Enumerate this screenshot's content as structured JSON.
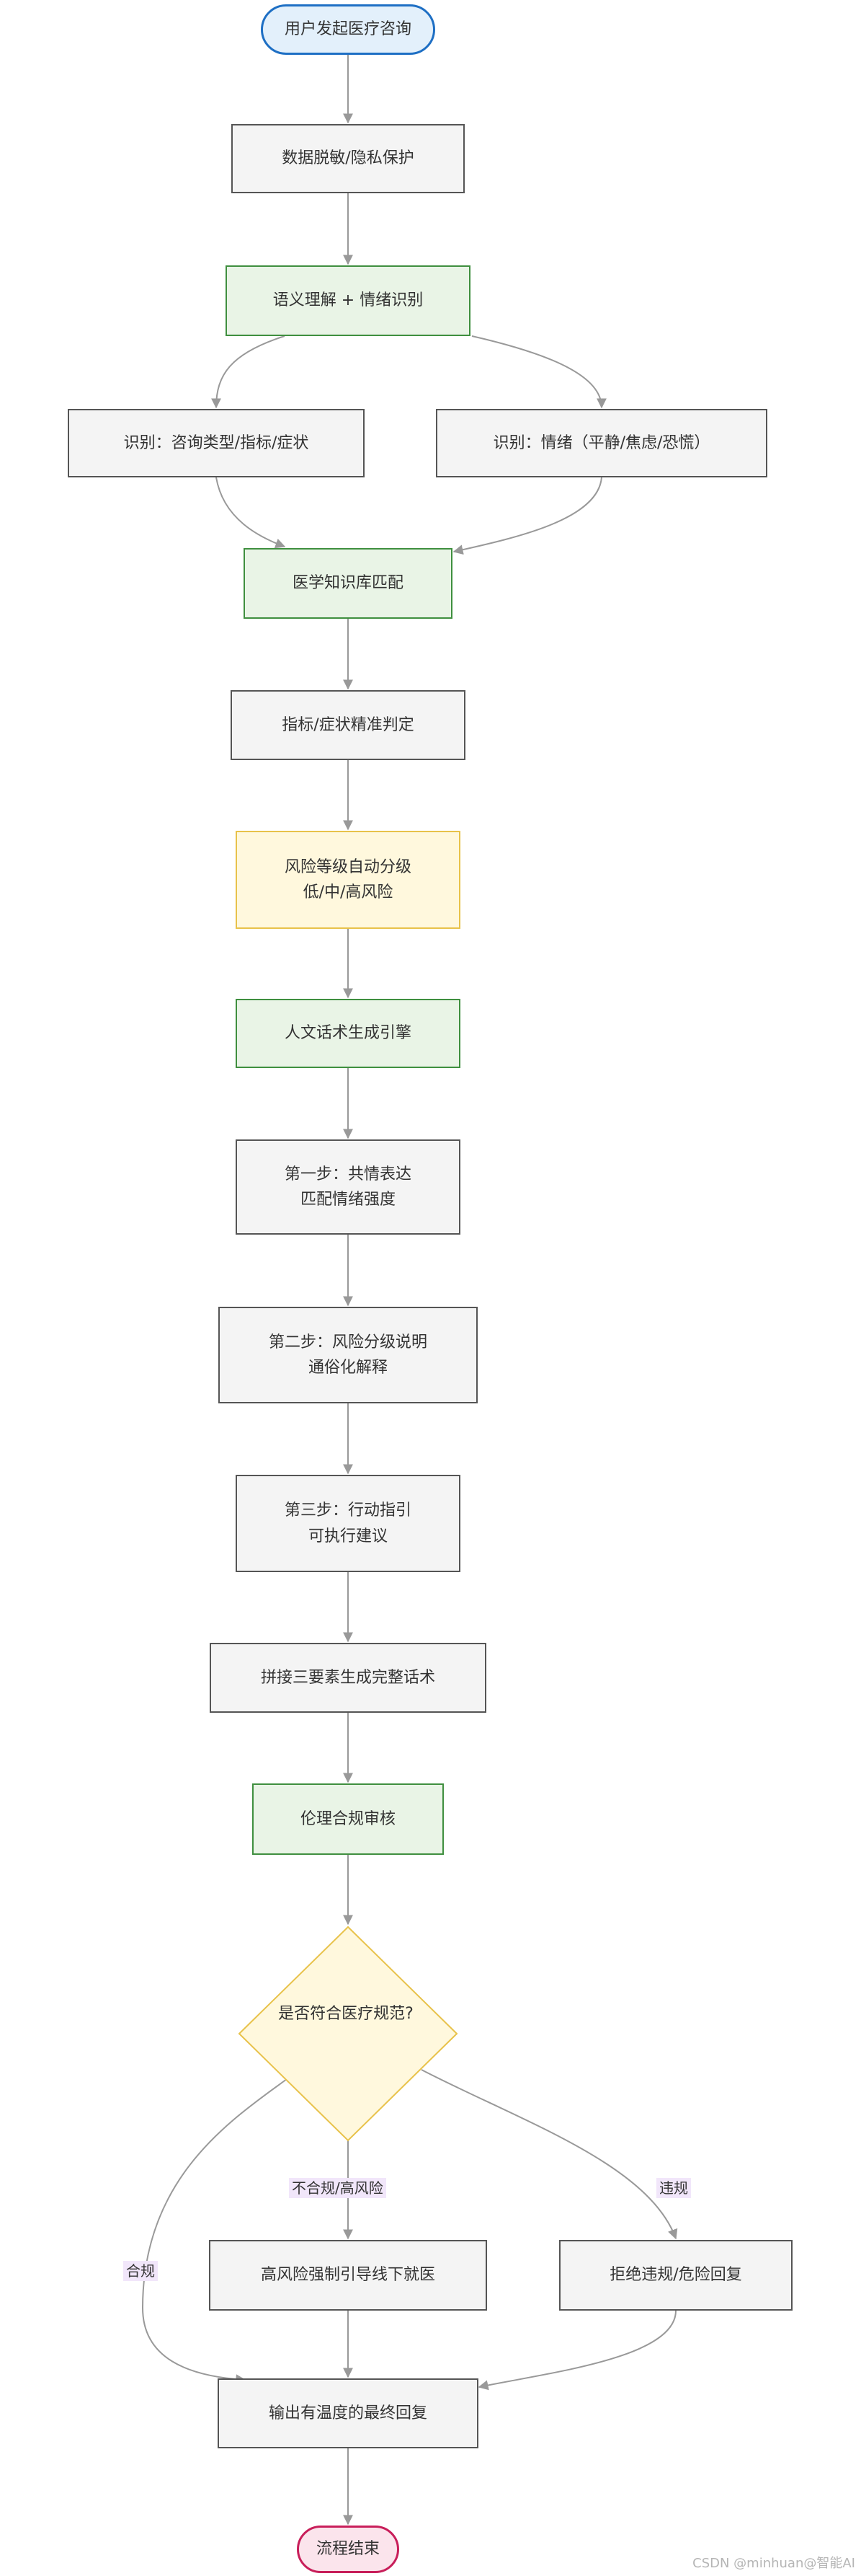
{
  "nodes": {
    "start": "用户发起医疗咨询",
    "deidentify": "数据脱敏/隐私保护",
    "nlu": "语义理解 + 情绪识别",
    "identify_type": "识别：咨询类型/指标/症状",
    "identify_emotion": "识别：情绪（平静/焦虑/恐慌）",
    "kb_match": "医学知识库匹配",
    "precise_judge": "指标/症状精准判定",
    "risk_grade_line1": "风险等级自动分级",
    "risk_grade_line2": "低/中/高风险",
    "humanistic_engine": "人文话术生成引擎",
    "step1_line1": "第一步：共情表达",
    "step1_line2": "匹配情绪强度",
    "step2_line1": "第二步：风险分级说明",
    "step2_line2": "通俗化解释",
    "step3_line1": "第三步：行动指引",
    "step3_line2": "可执行建议",
    "assemble": "拼接三要素生成完整话术",
    "ethics_review": "伦理合规审核",
    "compliance_check": "是否符合医疗规范?",
    "force_offline": "高风险强制引导线下就医",
    "reject": "拒绝违规/危险回复",
    "final_reply": "输出有温度的最终回复",
    "end": "流程结束"
  },
  "edge_labels": {
    "compliant": "合规",
    "noncompliant_high_risk": "不合规/高风险",
    "violation": "违规"
  },
  "colors": {
    "process_fill": "#f4f4f4",
    "process_stroke": "#555555",
    "green_fill": "#e9f4e6",
    "green_stroke": "#3f8f3f",
    "yellow_fill": "#fff8dd",
    "yellow_stroke": "#e8c24a",
    "start_stroke": "#1e6fc4",
    "end_stroke": "#c81e5a",
    "edge": "#999999",
    "label_bg": "#f1e6fa"
  },
  "watermark": "CSDN @minhuan@智能AI"
}
